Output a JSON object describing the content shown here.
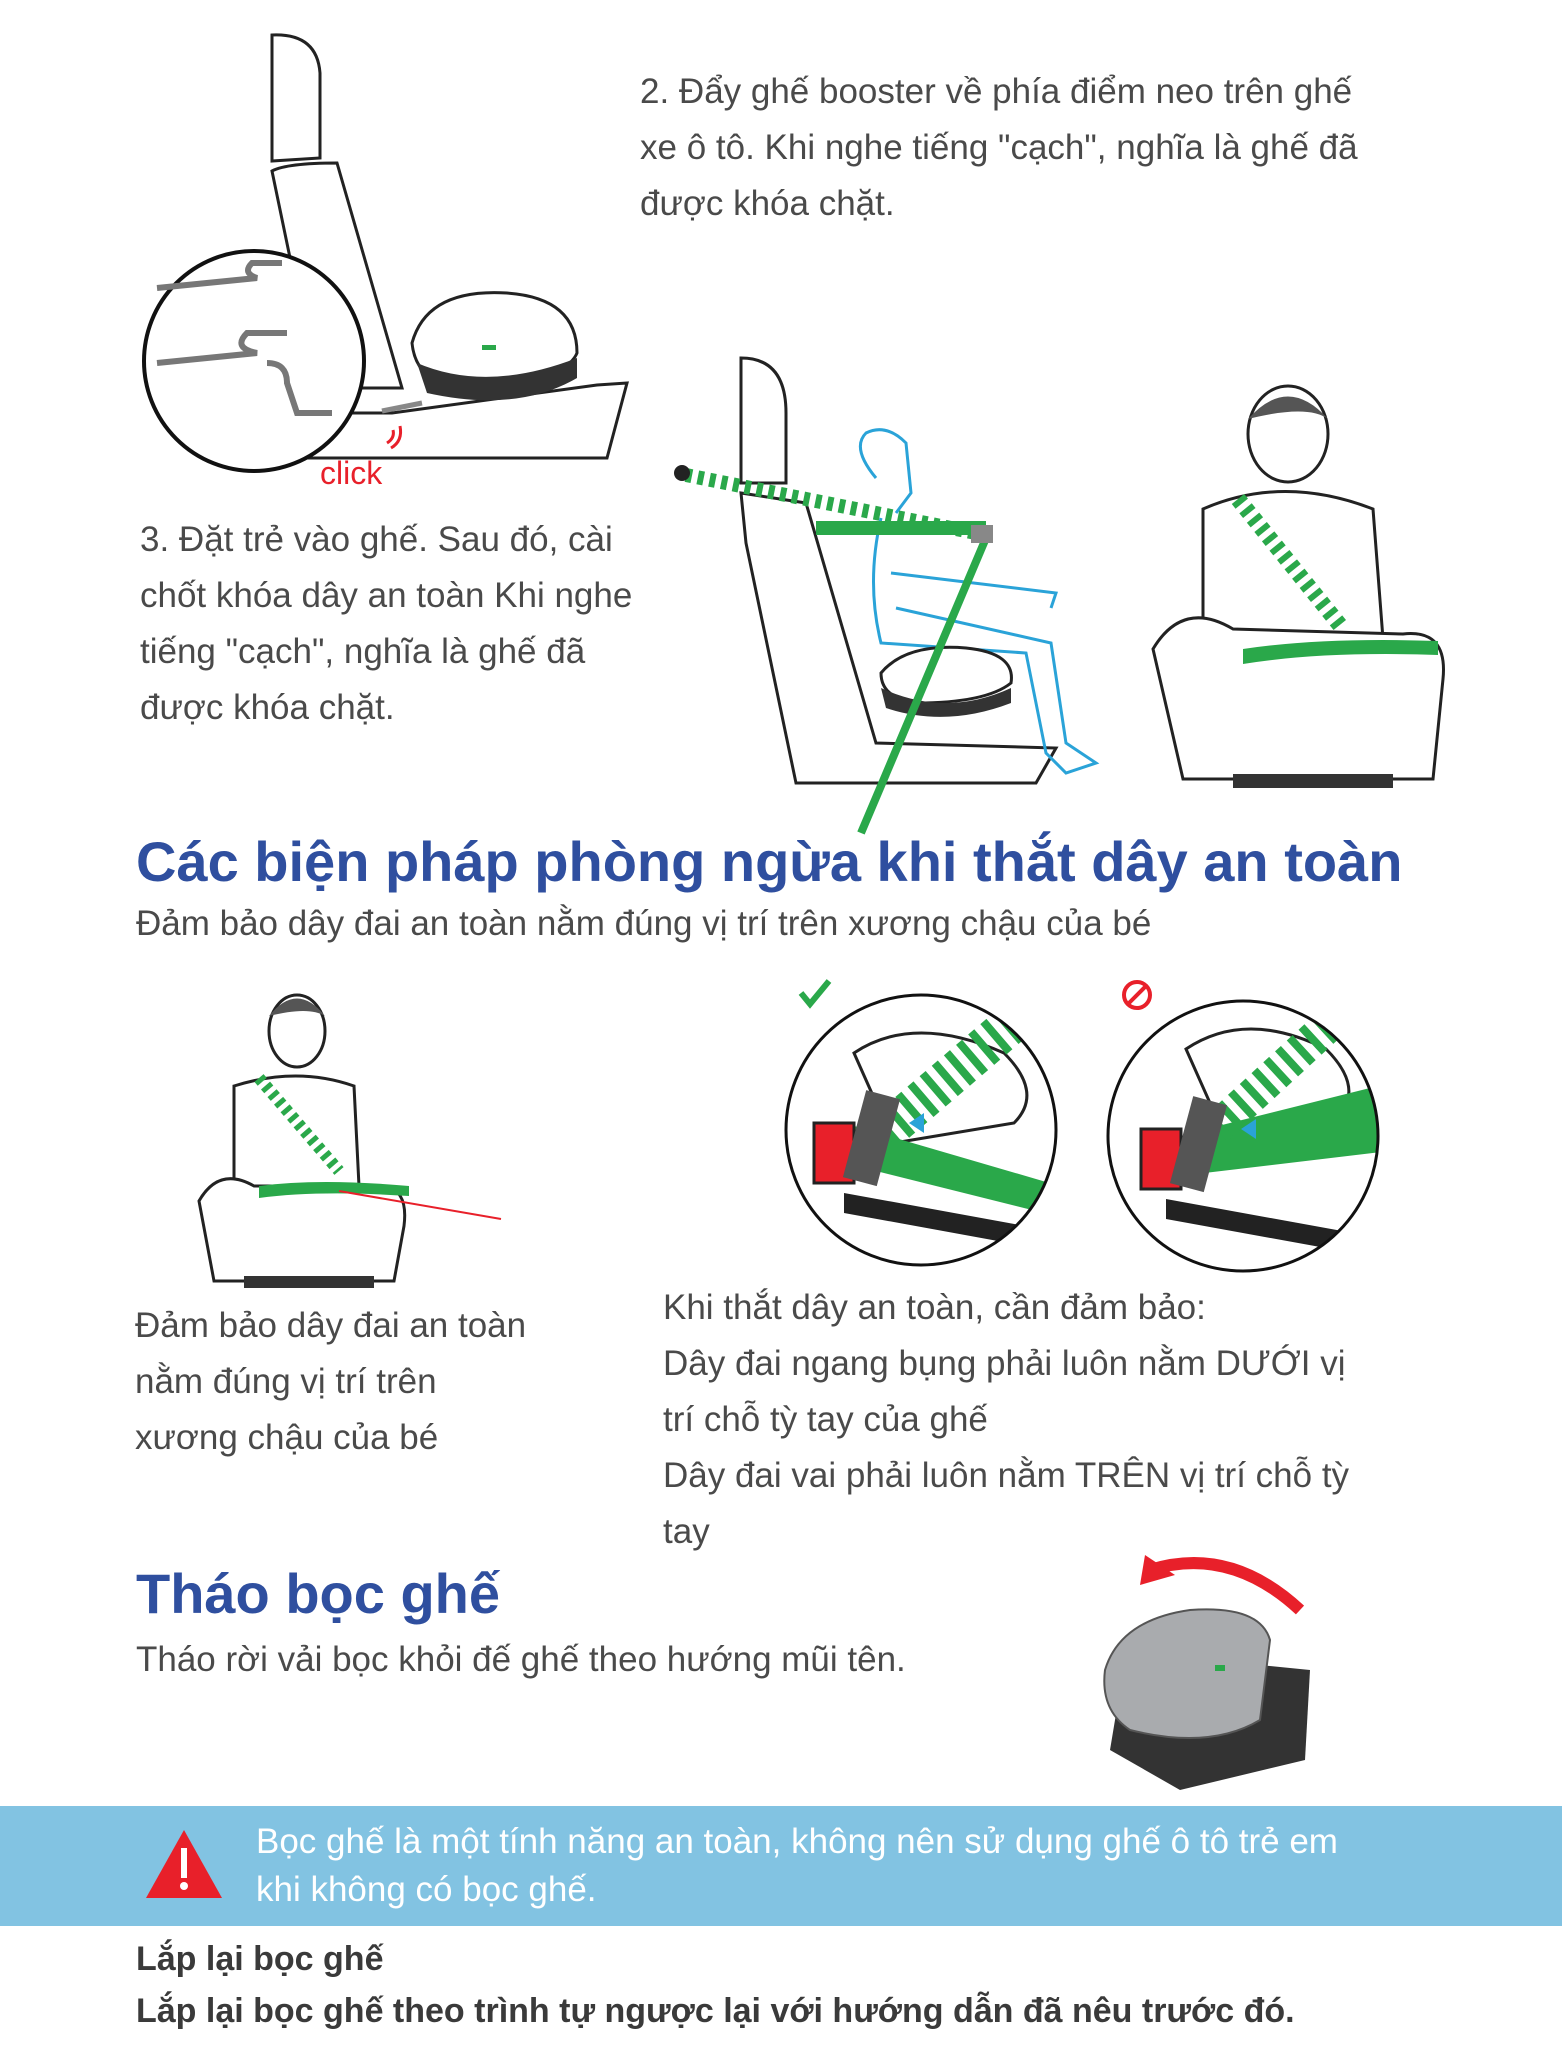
{
  "step2": {
    "lines": [
      "2. Đẩy ghế booster về phía điểm neo trên ghế",
      "xe ô tô. Khi nghe tiếng \"cạch\", nghĩa là ghế đã",
      "được khóa chặt."
    ]
  },
  "click_label": "click",
  "step3": {
    "lines": [
      "3. Đặt trẻ vào ghế. Sau đó, cài",
      "chốt khóa dây an toàn Khi nghe",
      "tiếng \"cạch\", nghĩa là ghế đã",
      "được khóa chặt."
    ]
  },
  "precautions": {
    "title": "Các biện pháp phòng ngừa khi thắt dây an toàn",
    "subtitle": "Đảm bảo dây đai an toàn nằm đúng vị trí trên xương chậu của bé",
    "left_caption": [
      "Đảm bảo dây đai an toàn",
      "nằm đúng vị trí trên",
      "xương chậu của bé"
    ],
    "right_caption": [
      "Khi thắt dây an toàn, cần đảm bảo:",
      "Dây đai ngang bụng phải luôn nằm DƯỚI vị",
      "trí chỗ tỳ tay của ghế",
      "Dây đai vai phải luôn nằm TRÊN vị trí chỗ tỳ",
      "tay"
    ]
  },
  "remove_cover": {
    "title": "Tháo bọc ghế",
    "text": "Tháo rời vải bọc khỏi đế ghế theo hướng mũi tên."
  },
  "warning": {
    "lines": [
      "Bọc ghế là một tính năng an toàn, không nên sử dụng ghế ô tô trẻ em",
      "khi không có bọc ghế."
    ]
  },
  "reinstall": {
    "title": "Lắp lại bọc ghế",
    "text": "Lắp lại bọc ghế theo trình tự ngược lại với hướng dẫn đã nêu trước đó."
  },
  "colors": {
    "heading": "#2f4f9f",
    "banner": "#82c3e2",
    "belt_green": "#2aa84a",
    "warning_red": "#e8202a"
  }
}
